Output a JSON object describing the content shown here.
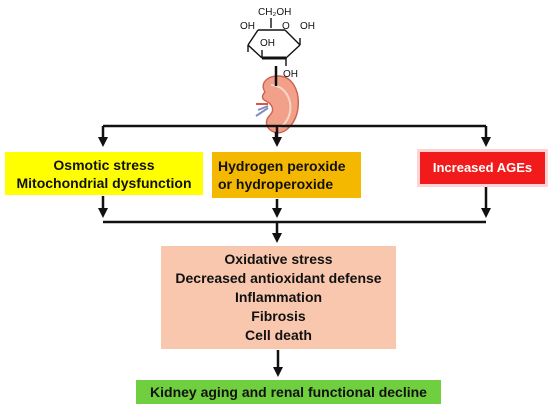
{
  "molecule": {
    "ch2oh": "CH₂OH",
    "oh_top_left": "OH",
    "ring_o": "O",
    "oh_top_right": "OH",
    "oh_mid": "OH",
    "oh_bottom_right": "OH"
  },
  "boxes": {
    "osmotic": {
      "line1": "Osmotic stress",
      "line2": "Mitochondrial dysfunction"
    },
    "hydrogen": {
      "line1": "Hydrogen peroxide",
      "line2": "or hydroperoxide"
    },
    "ages": {
      "label": "Increased AGEs"
    },
    "center": {
      "line1": "Oxidative stress",
      "line2": "Decreased antioxidant defense",
      "line3": "Inflammation",
      "line4": "Fibrosis",
      "line5": "Cell death"
    },
    "outcome": {
      "label": "Kidney aging and renal functional decline"
    }
  },
  "colors": {
    "osmotic": "#ffff00",
    "hydrogen": "#f5b800",
    "ages": "#f21b1b",
    "center": "#f9c7ad",
    "outcome": "#6fcf3f",
    "arrow": "#111111"
  }
}
